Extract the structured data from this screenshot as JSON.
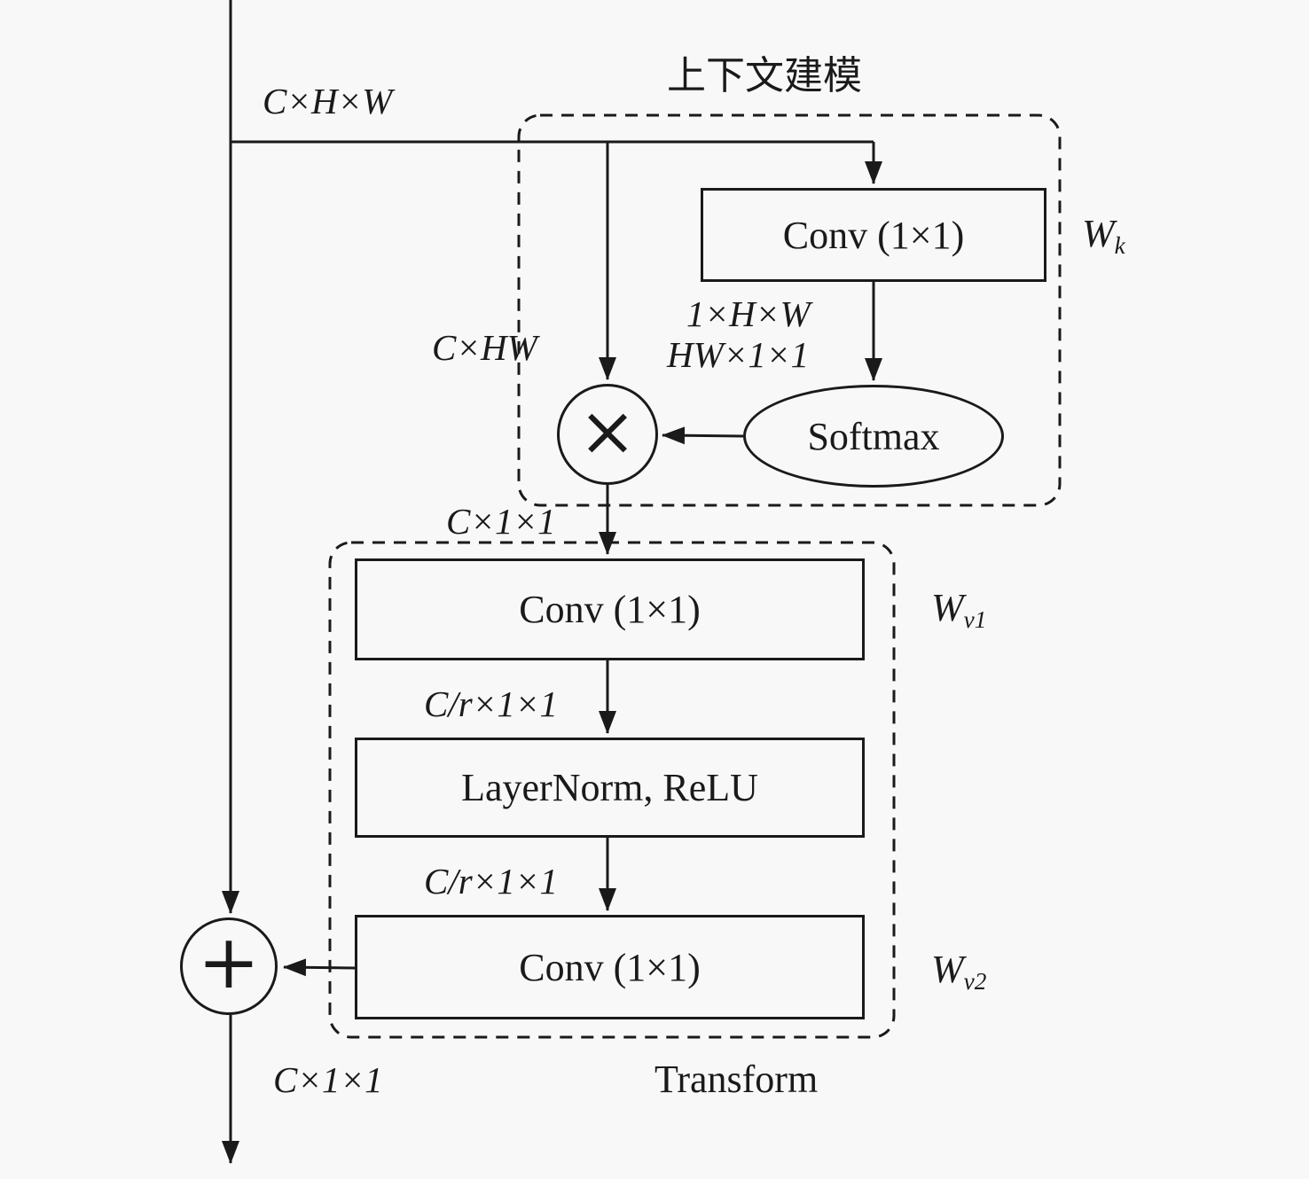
{
  "diagram": {
    "type": "flow-diagram",
    "description": "Global context block architecture diagram with context modeling and transform stages",
    "colors": {
      "background": "#f8f8f8",
      "stroke": "#1a1a1a"
    },
    "groups": {
      "context_modeling": {
        "title": "上下文建模"
      },
      "transform": {
        "title": "Transform"
      }
    },
    "nodes": {
      "conv_k": {
        "label": "Conv (1×1)"
      },
      "softmax": {
        "label": "Softmax"
      },
      "multiply": {
        "glyph": "×"
      },
      "conv_v1": {
        "label": "Conv (1×1)"
      },
      "layernorm": {
        "label": "LayerNorm, ReLU"
      },
      "conv_v2": {
        "label": "Conv (1×1)"
      },
      "add": {
        "glyph": "+"
      }
    },
    "weight_labels": {
      "wk": {
        "base": "W",
        "sub": "k"
      },
      "wv1": {
        "base": "W",
        "sub": "v1"
      },
      "wv2": {
        "base": "W",
        "sub": "v2"
      }
    },
    "dim_labels": {
      "input": "C×H×W",
      "one_h_w": "1×H×W",
      "hw_1_1": "HW×1×1",
      "c_hw": "C×HW",
      "c_1_1_top": "C×1×1",
      "c_r_1_1_a": "C/r×1×1",
      "c_r_1_1_b": "C/r×1×1",
      "c_1_1_bottom": "C×1×1"
    }
  }
}
